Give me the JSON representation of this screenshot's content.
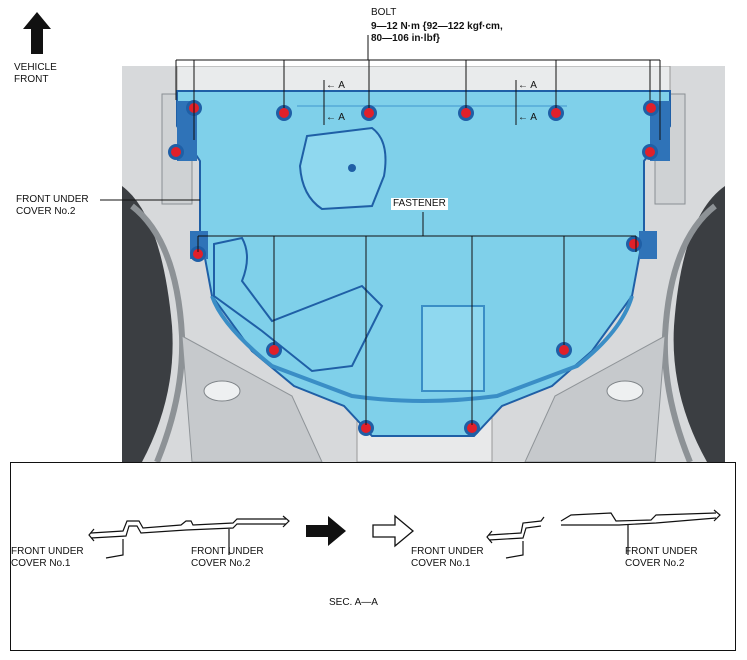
{
  "labels": {
    "vehicle_front": [
      "VEHICLE",
      "FRONT"
    ],
    "bolt": "BOLT",
    "bolt_spec": [
      "9—12 N·m {92—122 kgf·cm,",
      "80—106 in·lbf}"
    ],
    "fastener": "FASTENER",
    "front_under_cover_2": [
      "FRONT UNDER",
      "COVER No.2"
    ],
    "section_marker": "A",
    "section_title": "SEC. A—A"
  },
  "section": {
    "left": {
      "cover1": [
        "FRONT UNDER",
        "COVER No.1"
      ],
      "cover2": [
        "FRONT UNDER",
        "COVER No.2"
      ]
    },
    "right": {
      "cover1": [
        "FRONT UNDER",
        "COVER No.1"
      ],
      "cover2": [
        "FRONT UNDER",
        "COVER No.2"
      ]
    }
  },
  "colors": {
    "cover_fill": "#7fd0ea",
    "cover_edge": "#1f5fa6",
    "bolt_red": "#e0202a",
    "chassis_gray": "#b8bcc0"
  }
}
